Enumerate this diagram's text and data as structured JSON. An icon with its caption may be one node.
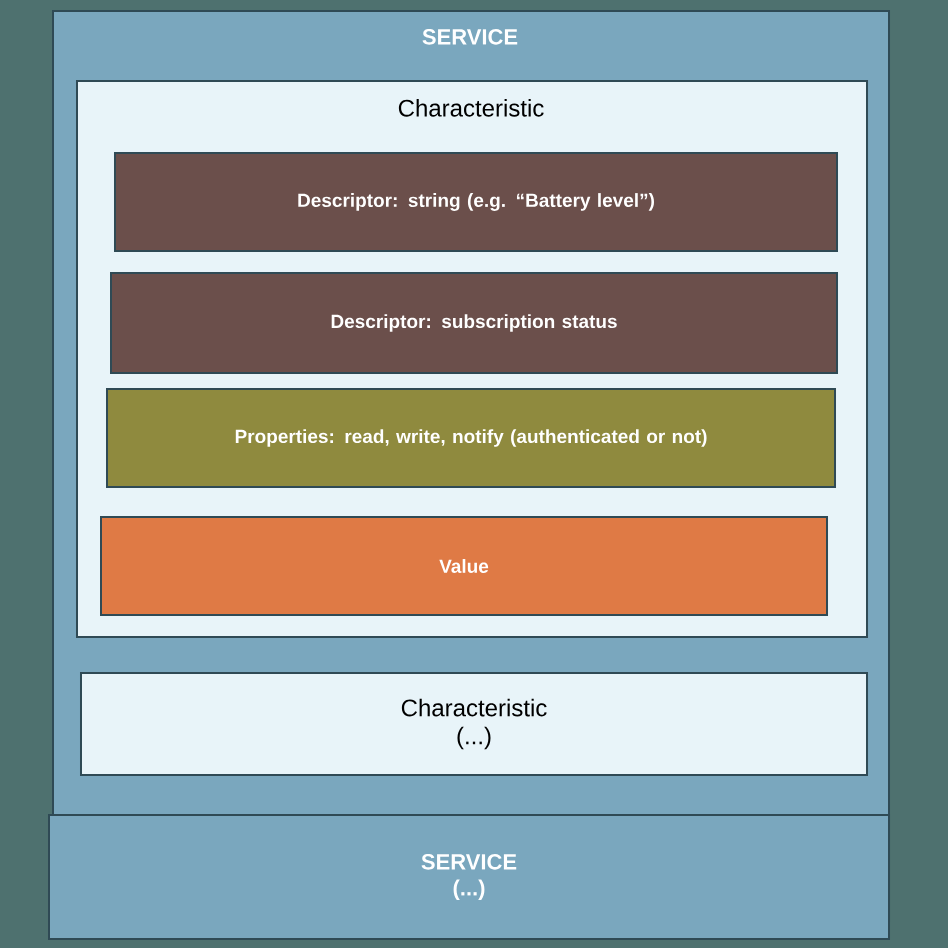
{
  "diagram": {
    "nodes": [
      {
        "text": [
          "SERVICE"
        ]
      },
      {
        "text": [
          "Characteristic"
        ],
        "in": 0
      },
      {
        "text": [
          "Descriptor: string (e.g. “Battery level”)"
        ],
        "in": 1
      },
      {
        "text": [
          "Descriptor: subscription status"
        ],
        "in": 1
      },
      {
        "text": [
          "Properties: read, write, notify (authenticated or not)"
        ],
        "in": 1
      },
      {
        "text": [
          "Value"
        ],
        "in": 1
      },
      {
        "text": [
          "Characteristic",
          "(...)"
        ],
        "in": 0
      },
      {
        "text": [
          "SERVICE",
          "(...)"
        ]
      }
    ]
  }
}
